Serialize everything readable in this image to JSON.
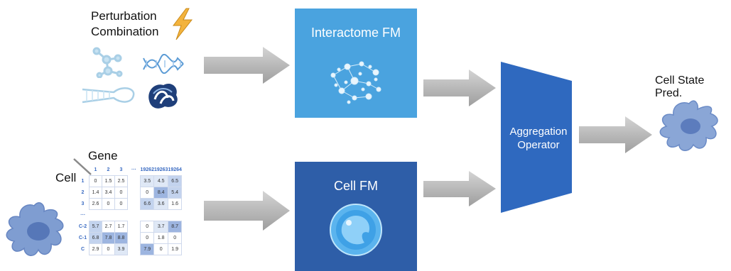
{
  "perturbation": {
    "label_line1": "Perturbation",
    "label_line2": "Combination"
  },
  "interactome": {
    "title": "Interactome FM"
  },
  "cell_fm": {
    "title": "Cell FM"
  },
  "aggregation": {
    "line1": "Aggregation",
    "line2": "Operator"
  },
  "output": {
    "label": "Cell State Pred."
  },
  "matrix": {
    "gene_label": "Gene",
    "cell_label": "Cell",
    "col_headers": [
      "",
      "1",
      "2",
      "3",
      "···",
      "19262",
      "19263",
      "19264"
    ],
    "rows": [
      {
        "label": "1",
        "cells": [
          "0",
          "1.5",
          "2.5",
          "",
          "3.5",
          "4.5",
          "6.5"
        ]
      },
      {
        "label": "2",
        "cells": [
          "1.4",
          "3.4",
          "0",
          "",
          "0",
          "8.4",
          "5.4"
        ]
      },
      {
        "label": "3",
        "cells": [
          "2.6",
          "0",
          "0",
          "",
          "6.6",
          "3.6",
          "1.6"
        ]
      },
      {
        "label": "···",
        "cells": [
          "",
          "",
          "",
          "",
          "",
          "",
          ""
        ]
      },
      {
        "label": "C-2",
        "cells": [
          "5.7",
          "2.7",
          "1.7",
          "",
          "0",
          "3.7",
          "8.7"
        ]
      },
      {
        "label": "C-1",
        "cells": [
          "6.8",
          "7.8",
          "8.8",
          "",
          "0",
          "1.8",
          "0"
        ]
      },
      {
        "label": "C",
        "cells": [
          "2.9",
          "0",
          "3.9",
          "",
          "7.9",
          "0",
          "1.9"
        ]
      }
    ]
  },
  "colors": {
    "interactome": "#4aa3df",
    "cell_fm": "#2e5ea8",
    "aggregation": "#2f69bf",
    "arrow": "#b3b3b3",
    "cell_body": "#7f9dd1"
  }
}
